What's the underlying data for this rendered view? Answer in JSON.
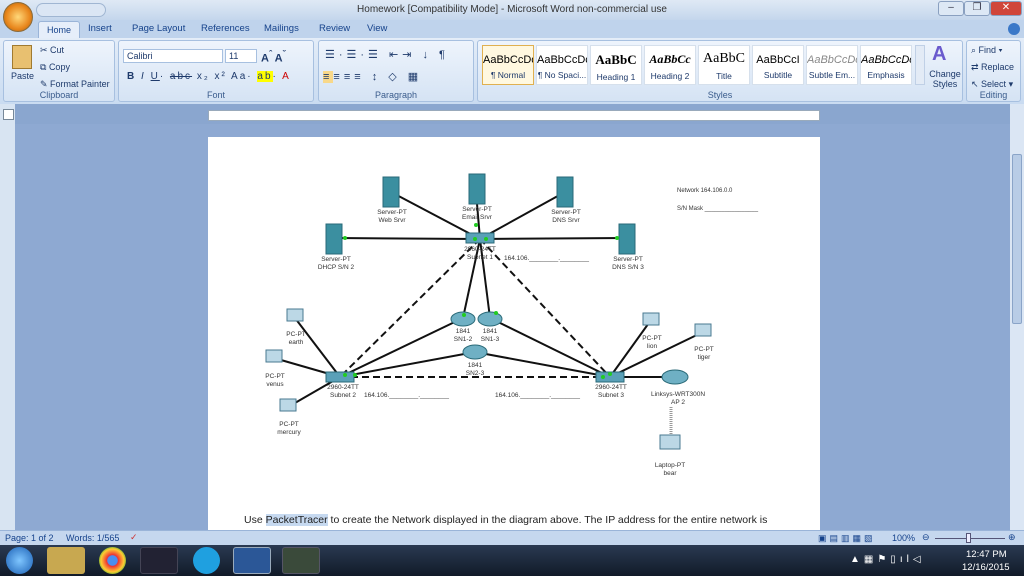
{
  "window": {
    "title": "Homework [Compatibility Mode] - Microsoft Word non-commercial use"
  },
  "tabs": [
    "Home",
    "Insert",
    "Page Layout",
    "References",
    "Mailings",
    "Review",
    "View"
  ],
  "clipboard": {
    "paste": "Paste",
    "cut": "Cut",
    "copy": "Copy",
    "format_painter": "Format Painter",
    "label": "Clipboard"
  },
  "font": {
    "name": "Calibri",
    "size": "11",
    "label": "Font"
  },
  "paragraph": {
    "label": "Paragraph"
  },
  "styles": {
    "label": "Styles",
    "items": [
      {
        "preview": "AaBbCcDc",
        "name": "¶ Normal"
      },
      {
        "preview": "AaBbCcDc",
        "name": "¶ No Spaci..."
      },
      {
        "preview": "AaBbC",
        "name": "Heading 1"
      },
      {
        "preview": "AaBbCc",
        "name": "Heading 2"
      },
      {
        "preview": "AaBbC",
        "name": "Title"
      },
      {
        "preview": "AaBbCcI",
        "name": "Subtitle"
      },
      {
        "preview": "AaBbCcDc",
        "name": "Subtle Em..."
      },
      {
        "preview": "AaBbCcDc",
        "name": "Emphasis"
      }
    ],
    "change_styles": "Change Styles"
  },
  "editing": {
    "find": "Find",
    "replace": "Replace",
    "select": "Select",
    "label": "Editing"
  },
  "diagram": {
    "network": "Network 164.106.0.0",
    "mask": "S/N Mask ________________",
    "subnet_ip": "164.106.________.________",
    "nodes": {
      "web": [
        "Server-PT",
        "Web Srvr"
      ],
      "email": [
        "Server-PT",
        "Email Srvr"
      ],
      "dns": [
        "Server-PT",
        "DNS Srvr"
      ],
      "dhcp": [
        "Server-PT",
        "DHCP S/N 2"
      ],
      "dns3": [
        "Server-PT",
        "DNS S/N 3"
      ],
      "sw1": [
        "2960-24TT",
        "Subnet 1"
      ],
      "sw2": [
        "2960-24TT",
        "Subnet 2"
      ],
      "sw3": [
        "2960-24TT",
        "Subnet 3"
      ],
      "r12": [
        "1841",
        "SN1-2"
      ],
      "r13": [
        "1841",
        "SN1-3"
      ],
      "r23": [
        "1841",
        "SN2-3"
      ],
      "earth": [
        "PC-PT",
        "earth"
      ],
      "venus": [
        "PC-PT",
        "venus"
      ],
      "mercury": [
        "PC-PT",
        "mercury"
      ],
      "lion": [
        "PC-PT",
        "lion"
      ],
      "tiger": [
        "PC-PT",
        "tiger"
      ],
      "ap": [
        "Linksys-WRT300N",
        "AP 2"
      ],
      "bear": [
        "Laptop-PT",
        "bear"
      ]
    }
  },
  "body_text": {
    "before": "Use ",
    "link": "PacketTracer",
    "after": " to create the Network displayed in the diagram above. The IP address for the entire network is"
  },
  "status": {
    "page": "Page: 1 of 2",
    "words": "Words: 1/565",
    "zoom": "100%"
  },
  "tray": {
    "time": "12:47 PM",
    "date": "12/16/2015"
  }
}
